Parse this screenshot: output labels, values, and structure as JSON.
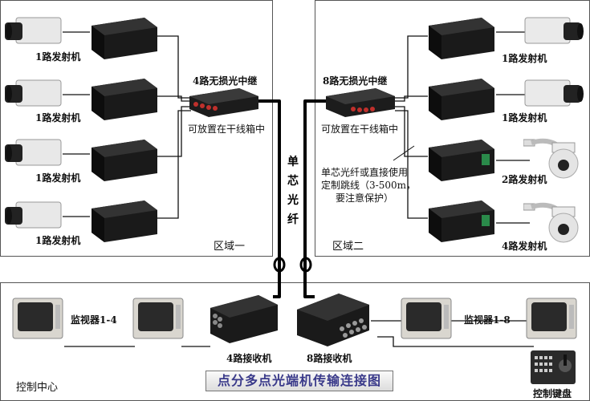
{
  "zones": {
    "zone1": "区域一",
    "zone2": "区域二",
    "control": "控制中心"
  },
  "left": {
    "transmitter_labels": [
      "1路发射机",
      "1路发射机",
      "1路发射机",
      "1路发射机"
    ],
    "repeater_title": "4路无损光中继",
    "repeater_note": "可放置在干线箱中"
  },
  "right": {
    "transmitter_labels": [
      "1路发射机",
      "1路发射机",
      "2路发射机",
      "4路发射机"
    ],
    "repeater_title": "8路无损光中继",
    "repeater_note": "可放置在干线箱中",
    "fiber_note_line1": "单芯光纤或直接使用",
    "fiber_note_line2": "定制跳线（3-500m，",
    "fiber_note_line3": "要注意保护）"
  },
  "center": {
    "fiber_label": "单芯光纤"
  },
  "bottom": {
    "monitor_left_label": "监视器1-4",
    "monitor_right_label": "监视器1-8",
    "receiver_left_label": "4路接收机",
    "receiver_right_label": "8路接收机",
    "keyboard_label": "控制键盘",
    "caption": "点分多点光端机传输连接图"
  }
}
